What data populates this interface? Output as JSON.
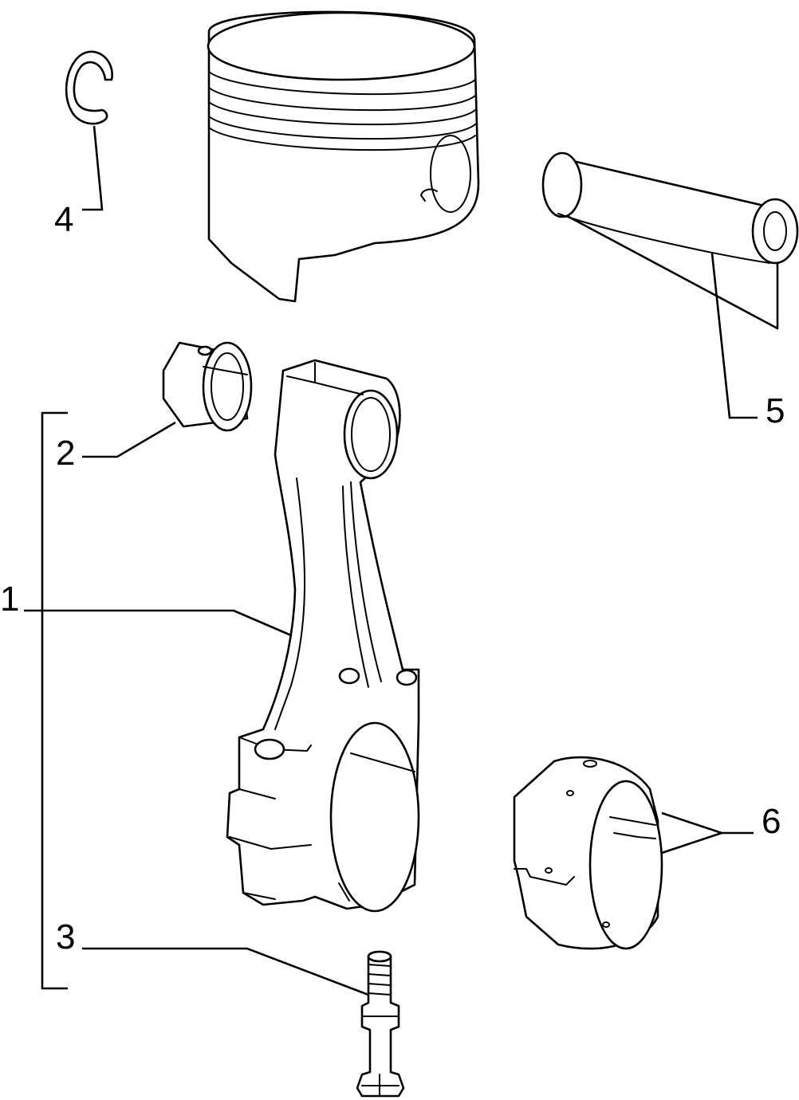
{
  "callouts": [
    {
      "id": "connecting-rod",
      "label": "1"
    },
    {
      "id": "small-end-bushing",
      "label": "2"
    },
    {
      "id": "rod-bolt",
      "label": "3"
    },
    {
      "id": "circlip",
      "label": "4"
    },
    {
      "id": "piston-pin",
      "label": "5"
    },
    {
      "id": "big-end-bearing-shells",
      "label": "6"
    }
  ],
  "colors": {
    "line": "#000000",
    "background": "#ffffff"
  }
}
